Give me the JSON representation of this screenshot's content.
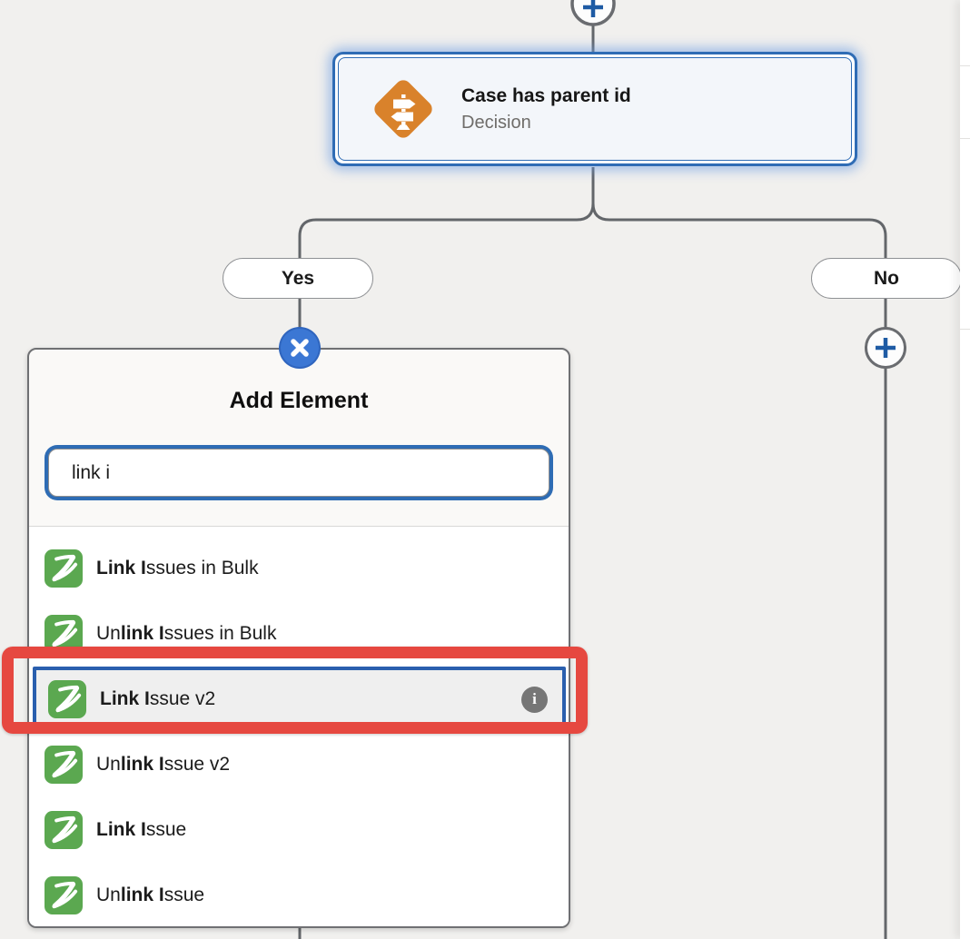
{
  "flow": {
    "decision": {
      "title": "Case has parent id",
      "type_label": "Decision"
    },
    "branches": {
      "yes": "Yes",
      "no": "No"
    }
  },
  "popup": {
    "title": "Add Element",
    "search_value": "link i",
    "items": [
      {
        "pre": "",
        "match": "Link I",
        "rest": "ssues in Bulk"
      },
      {
        "pre": "Un",
        "match": "link I",
        "rest": "ssues in Bulk"
      },
      {
        "pre": "",
        "match": "Link I",
        "rest": "ssue v2"
      },
      {
        "pre": "Un",
        "match": "link I",
        "rest": "ssue v2"
      },
      {
        "pre": "",
        "match": "Link I",
        "rest": "ssue"
      },
      {
        "pre": "Un",
        "match": "link I",
        "rest": "ssue"
      }
    ],
    "info_icon_glyph": "i"
  },
  "colors": {
    "accent_blue": "#2f6cb5",
    "connector_gray": "#63666a",
    "decision_orange": "#d9822b",
    "zagile_green": "#5ba850",
    "annotation_red": "#e64840",
    "close_button_blue": "#3b77d4",
    "info_gray": "#767676"
  }
}
